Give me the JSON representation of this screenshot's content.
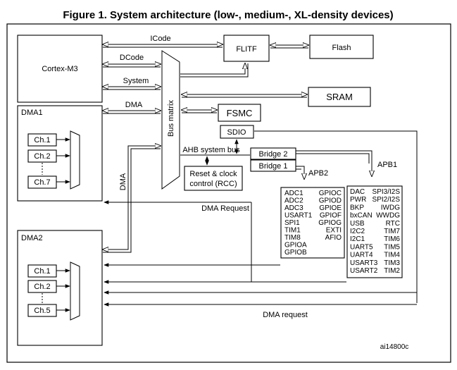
{
  "title": "Figure 1. System architecture (low-, medium-, XL-density devices)",
  "blocks": {
    "cortex": "Cortex-M3",
    "flitf": "FLITF",
    "flash": "Flash",
    "sram": "SRAM",
    "fsmc": "FSMC",
    "sdio": "SDIO",
    "bus_matrix": "Bus matrix",
    "bridge2": "Bridge  2",
    "bridge1": "Bridge  1",
    "rcc_line1": "Reset & clock",
    "rcc_line2": "control (RCC)",
    "dma1": "DMA1",
    "dma2": "DMA2"
  },
  "buses": {
    "icode": "ICode",
    "dcode": "DCode",
    "system": "System",
    "dma": "DMA",
    "dma_vertical": "DMA",
    "ahb": "AHB system bus",
    "apb2": "APB2",
    "apb1": "APB1"
  },
  "dma1_channels": [
    "Ch.1",
    "Ch.2",
    "Ch.7"
  ],
  "dma2_channels": [
    "Ch.1",
    "Ch.2",
    "Ch.5"
  ],
  "apb2_left": [
    "ADC1",
    "ADC2",
    "ADC3",
    "USART1",
    "SPI1",
    "TIM1",
    "TIM8",
    "GPIOA",
    "GPIOB"
  ],
  "apb2_right": [
    "GPIOC",
    "GPIOD",
    "GPIOE",
    "GPIOF",
    "GPIOG",
    "EXTI",
    "AFIO"
  ],
  "apb1_left": [
    "DAC",
    "PWR",
    "BKP",
    "bxCAN",
    "USB",
    "I2C2",
    "I2C1",
    "UART5",
    "UART4",
    "USART3",
    "USART2"
  ],
  "apb1_right": [
    "SPI3/I2S",
    "SPI2/I2S",
    "IWDG",
    "WWDG",
    "RTC",
    "TIM7",
    "TIM6",
    "TIM5",
    "TIM4",
    "TIM3",
    "TIM2"
  ],
  "dma_request_upper": "DMA Request",
  "dma_request_lower": "DMA request",
  "figure_id": "ai14800c"
}
